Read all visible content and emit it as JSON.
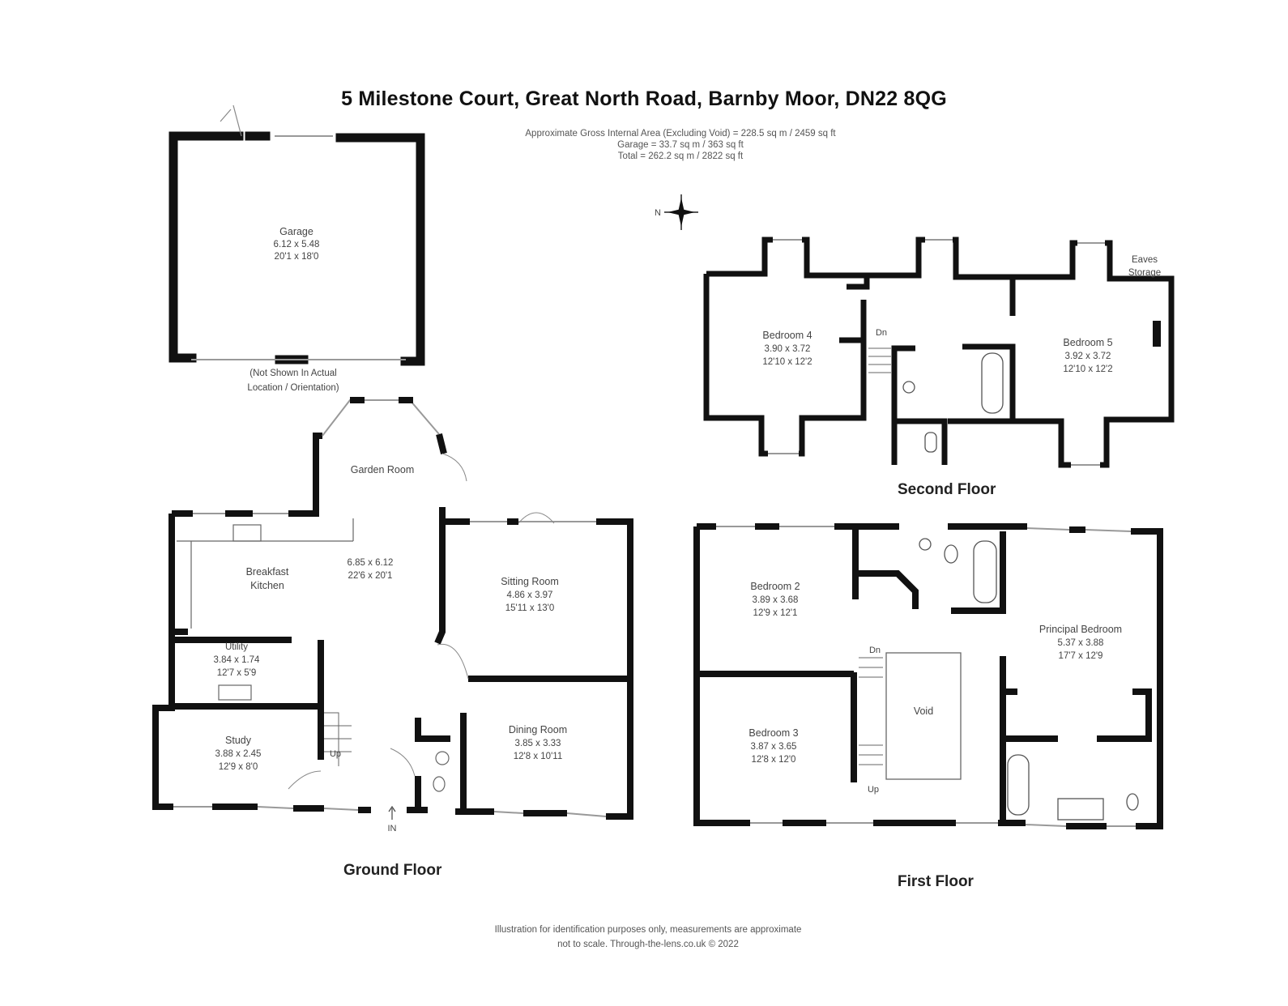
{
  "title": "5 Milestone Court, Great North Road, Barnby Moor, DN22 8QG",
  "area": {
    "line1": "Approximate Gross Internal Area (Excluding Void) = 228.5 sq m / 2459 sq ft",
    "line2": "Garage = 33.7 sq m / 363 sq ft",
    "line3": "Total = 262.2 sq m / 2822 sq ft"
  },
  "compass": {
    "north_label": "N"
  },
  "garage": {
    "name": "Garage",
    "metric": "6.12 x 5.48",
    "imperial": "20'1 x 18'0",
    "note_line1": "(Not Shown In Actual",
    "note_line2": "Location / Orientation)"
  },
  "ground_floor": {
    "label": "Ground Floor",
    "rooms": [
      {
        "name": "Garden Room"
      },
      {
        "name_line1": "Breakfast",
        "name_line2": "Kitchen",
        "metric": "6.85 x 6.12",
        "imperial": "22'6 x 20'1"
      },
      {
        "name": "Sitting Room",
        "metric": "4.86 x 3.97",
        "imperial": "15'11 x 13'0"
      },
      {
        "name": "Utility",
        "metric": "3.84 x 1.74",
        "imperial": "12'7 x 5'9"
      },
      {
        "name": "Study",
        "metric": "3.88 x 2.45",
        "imperial": "12'9 x 8'0"
      },
      {
        "name": "Dining Room",
        "metric": "3.85 x 3.33",
        "imperial": "12'8 x 10'11"
      }
    ],
    "stairs_label": "Up",
    "entrance_label": "IN"
  },
  "first_floor": {
    "label": "First Floor",
    "rooms": [
      {
        "name": "Bedroom 2",
        "metric": "3.89 x 3.68",
        "imperial": "12'9 x 12'1"
      },
      {
        "name": "Bedroom 3",
        "metric": "3.87 x 3.65",
        "imperial": "12'8 x 12'0"
      },
      {
        "name": "Principal Bedroom",
        "metric": "5.37 x 3.88",
        "imperial": "17'7 x 12'9"
      },
      {
        "name": "Void"
      }
    ],
    "stairs_down": "Dn",
    "stairs_up": "Up"
  },
  "second_floor": {
    "label": "Second Floor",
    "rooms": [
      {
        "name": "Bedroom 4",
        "metric": "3.90 x 3.72",
        "imperial": "12'10 x 12'2"
      },
      {
        "name": "Bedroom 5",
        "metric": "3.92 x 3.72",
        "imperial": "12'10 x 12'2"
      }
    ],
    "eaves_line1": "Eaves",
    "eaves_line2": "Storage",
    "stairs_down": "Dn"
  },
  "footer": {
    "line1": "Illustration for identification purposes only, measurements are approximate",
    "line2": "not to scale. Through-the-lens.co.uk © 2022"
  }
}
